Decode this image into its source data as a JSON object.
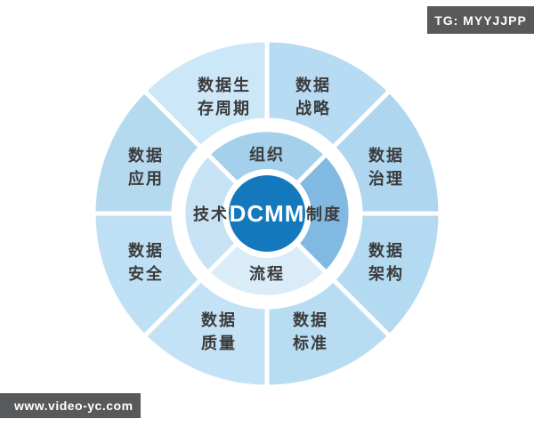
{
  "page": {
    "background": "#ffffff",
    "label_color": "#3b3b3b",
    "divider_color": "#ffffff"
  },
  "watermarks": {
    "top_right": "TG: MYYJJPP",
    "bottom_left": "www.video-yc.com",
    "badge_bg": "#58595b",
    "badge_text_color": "#ffffff"
  },
  "diagram": {
    "center": {
      "label": "DCMM",
      "bg": "#1478bd",
      "ring_color": "#ffffff",
      "text_color": "#ffffff"
    },
    "inner_ring": [
      {
        "id": "zuzhi",
        "label": "组织",
        "color": "#a4d0ec"
      },
      {
        "id": "zhidu",
        "label": "制度",
        "color": "#81b9e2"
      },
      {
        "id": "liucheng",
        "label": "流程",
        "color": "#d9ecf8"
      },
      {
        "id": "jishu",
        "label": "技术",
        "color": "#c7e2f4"
      }
    ],
    "outer_ring": [
      {
        "id": "shuju-zhanlve",
        "line1": "数据",
        "line2": "战略",
        "color": "#b6dbf2"
      },
      {
        "id": "shuju-zhili",
        "line1": "数据",
        "line2": "治理",
        "color": "#aed7ef"
      },
      {
        "id": "shuju-jiagou",
        "line1": "数据",
        "line2": "架构",
        "color": "#b3daf1"
      },
      {
        "id": "shuju-biaozhun",
        "line1": "数据",
        "line2": "标准",
        "color": "#b8ddf3"
      },
      {
        "id": "shuju-zhiliang",
        "line1": "数据",
        "line2": "质量",
        "color": "#c3e2f5"
      },
      {
        "id": "shuju-anquan",
        "line1": "数据",
        "line2": "安全",
        "color": "#bfe0f4"
      },
      {
        "id": "shuju-yingyong",
        "line1": "数据",
        "line2": "应用",
        "color": "#b5daf0"
      },
      {
        "id": "shuju-shengcun-zhouqi",
        "line1": "数据生",
        "line2": "存周期",
        "color": "#cbe7f8"
      }
    ]
  }
}
